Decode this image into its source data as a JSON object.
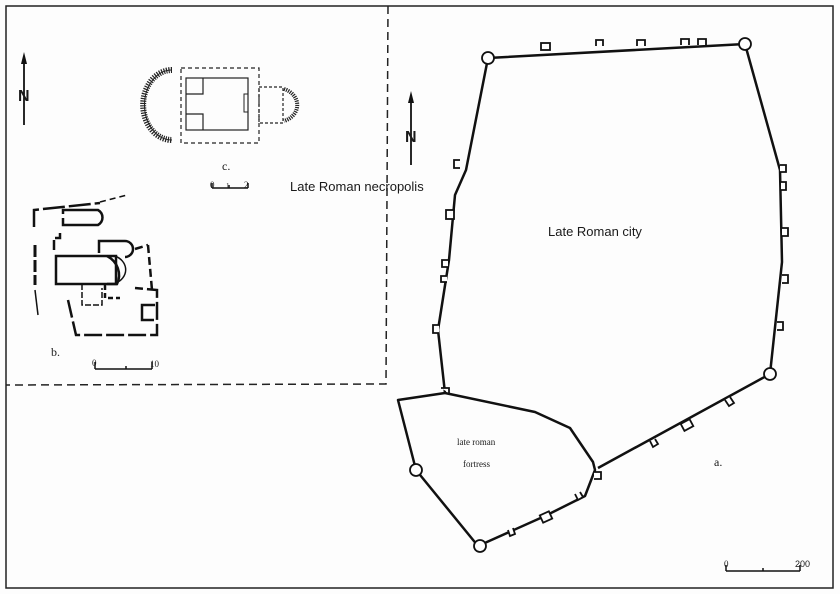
{
  "labels": {
    "necropolis": "Late Roman necropolis",
    "city": "Late Roman city",
    "fortress_line1": "late roman",
    "fortress_line2": "fortress",
    "panel_a": "a.",
    "panel_b": "b.",
    "panel_c": "c.",
    "north": "N"
  },
  "scales": {
    "a": {
      "start": "0",
      "end": "200"
    },
    "b": {
      "start": "0",
      "end": "10"
    },
    "c": {
      "start": "0",
      "mid": "1",
      "end": "2"
    }
  },
  "colors": {
    "ink": "#111111",
    "paper": "#fdfdfd"
  }
}
